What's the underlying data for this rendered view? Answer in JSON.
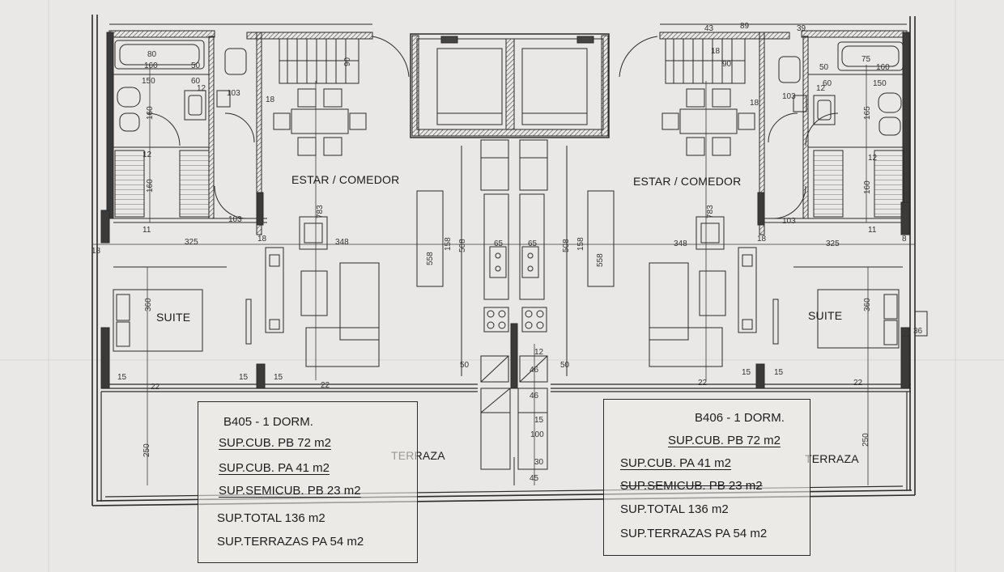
{
  "rooms": {
    "living_left": "ESTAR / COMEDOR",
    "living_right": "ESTAR / COMEDOR",
    "suite_left": "SUITE",
    "suite_right": "SUITE",
    "terrace_left": "TERRAZA",
    "terrace_right": "TERRAZA"
  },
  "units": [
    {
      "name": "B405 - 1 DORM.",
      "cub_pb": "SUP.CUB. PB 72 m2",
      "cub_pa": "SUP.CUB. PA 41 m2",
      "semicub": "SUP.SEMICUB. PB 23 m2",
      "total": "SUP.TOTAL 136 m2",
      "terrazas": "SUP.TERRAZAS PA 54 m2"
    },
    {
      "name": "B406 - 1 DORM.",
      "cub_pb": "SUP.CUB. PB 72 m2",
      "cub_pa": "SUP.CUB. PA 41 m2",
      "semicub": "SUP.SEMICUB. PB 23 m2",
      "total": "SUP.TOTAL 136 m2",
      "terrazas": "SUP.TERRAZAS PA 54 m2"
    }
  ],
  "dimensions": {
    "d160a": "160",
    "d80": "80",
    "d50a": "50",
    "d150a": "150",
    "d60a": "60",
    "d12a": "12",
    "d103a": "103",
    "d103b": "103",
    "d18a": "18",
    "d160b": "160",
    "d12b": "12",
    "d160c": "160",
    "d11a": "11",
    "d325a": "325",
    "d18b": "18",
    "d348a": "348",
    "d783a": "783",
    "d18c": "18",
    "d90a": "90",
    "d360a": "360",
    "d15a": "15",
    "d15b": "15",
    "d15c": "15",
    "d22a": "22",
    "d22b": "22",
    "d250a": "250",
    "d558a": "558",
    "d158a": "158",
    "d508a": "508",
    "d65a": "65",
    "d65b": "65",
    "d508b": "508",
    "d158b": "158",
    "d558b": "558",
    "d50b": "50",
    "d50c": "50",
    "d12c": "12",
    "d46a": "46",
    "d46b": "46",
    "d15d": "15",
    "d100": "100",
    "d30": "30",
    "d45": "45",
    "d89": "89",
    "d43": "43",
    "d39": "39",
    "d18d": "18",
    "d90b": "90",
    "d75": "75",
    "d160d": "160",
    "d50d": "50",
    "d60b": "60",
    "d150b": "150",
    "d12d": "12",
    "d103c": "103",
    "d165": "165",
    "d18e": "18",
    "d160e": "160",
    "d12e": "12",
    "d103d": "103",
    "d11b": "11",
    "d325b": "325",
    "d18f": "18",
    "d348b": "348",
    "d783b": "783",
    "d360b": "360",
    "d22c": "22",
    "d15e": "15",
    "d15f": "15",
    "d22d": "22",
    "d250b": "250",
    "d36": "36",
    "d22e": "22",
    "d8": "8",
    "d18g": "18"
  },
  "colors": {
    "paper": "#e9e8e6",
    "ink": "#2a2a2a",
    "wall": "#3a3a3a"
  }
}
